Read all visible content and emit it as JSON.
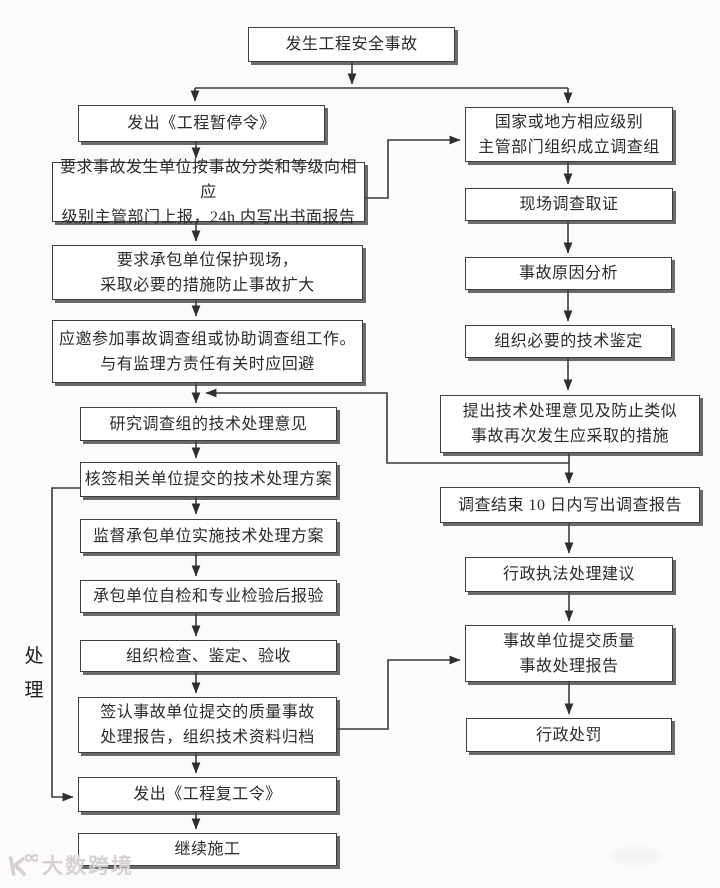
{
  "colors": {
    "background": "#fcfafb",
    "box_border": "#3f3f3f",
    "box_shadow": "#464646",
    "line": "#3a3a3a",
    "watermark": "#d6d2d2"
  },
  "side_label": "处\n理",
  "watermark": {
    "brand": "大数跨境",
    "icon": "dashu-kuajing-logo"
  },
  "nodes": {
    "n0": "发生工程安全事故",
    "n1": "发出《工程暂停令》",
    "n2": "要求事故发生单位按事故分类和等级向相应\n级别主管部门上报，24h 内写出书面报告",
    "n3": "要求承包单位保护现场，\n采取必要的措施防止事故扩大",
    "n4": "应邀参加事故调查组或协助调查组工作。\n与有监理方责任有关时应回避",
    "n5": "研究调查组的技术处理意见",
    "n6": "核签相关单位提交的技术处理方案",
    "n7": "监督承包单位实施技术处理方案",
    "n8": "承包单位自检和专业检验后报验",
    "n9": "组织检查、鉴定、验收",
    "n10": "签认事故单位提交的质量事故\n处理报告，组织技术资料归档",
    "n11": "发出《工程复工令》",
    "n12": "继续施工",
    "r1": "国家或地方相应级别\n主管部门组织成立调查组",
    "r2": "现场调查取证",
    "r3": "事故原因分析",
    "r4": "组织必要的技术鉴定",
    "r5": "提出技术处理意见及防止类似\n事故再次发生应采取的措施",
    "r6": "调查结束 10 日内写出调查报告",
    "r7": "行政执法处理建议",
    "r8": "事故单位提交质量\n事故处理报告",
    "r9": "行政处罚"
  }
}
